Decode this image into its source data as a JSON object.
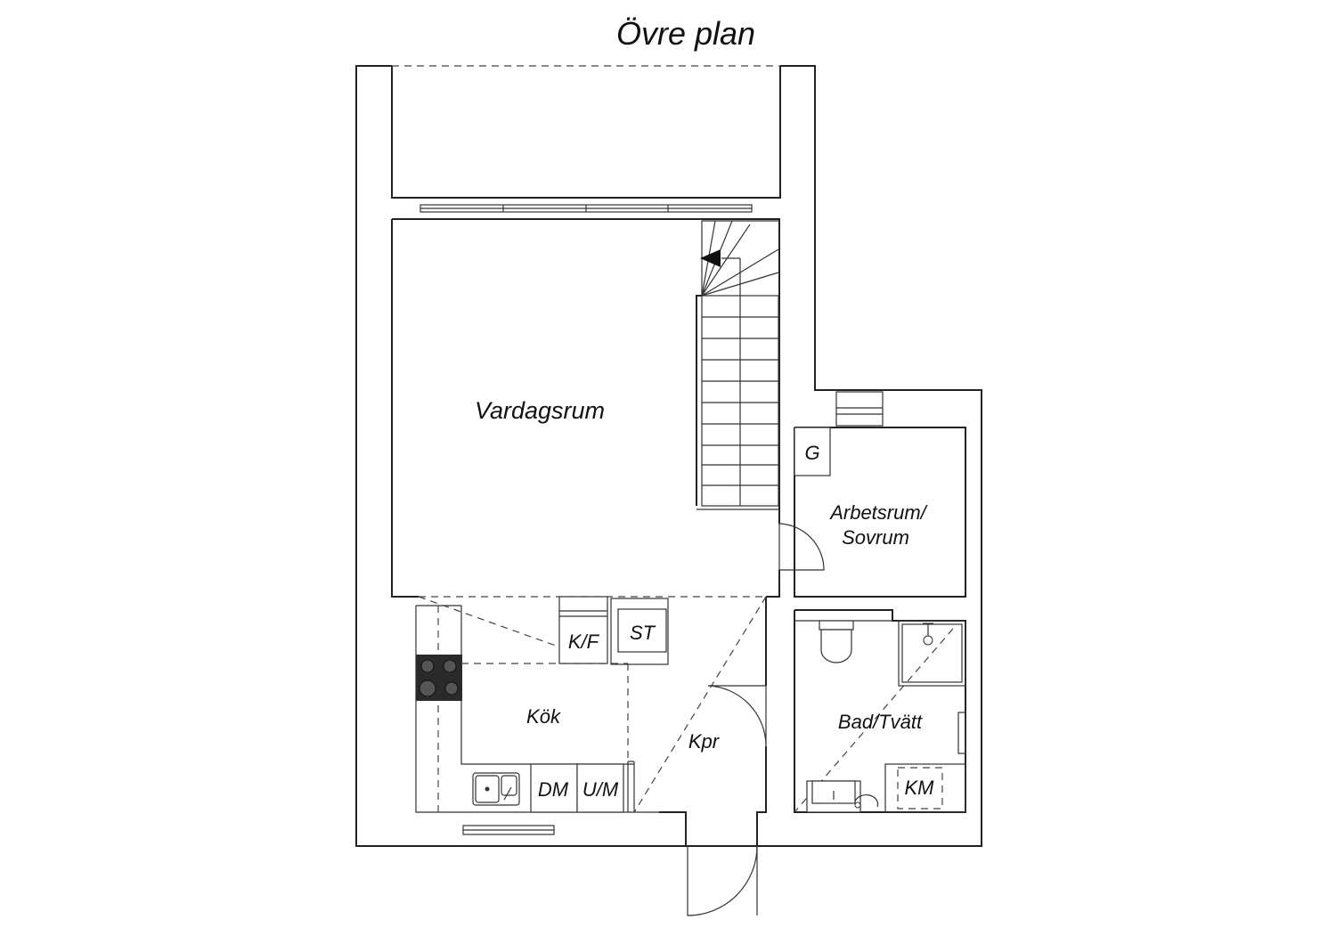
{
  "title": "Övre plan",
  "rooms": {
    "vardagsrum": "Vardagsrum",
    "arbetsrum_1": "Arbetsrum/",
    "arbetsrum_2": "Sovrum",
    "kok": "Kök",
    "kpr": "Kpr",
    "bad": "Bad/Tvätt"
  },
  "fixtures": {
    "g": "G",
    "kf": "K/F",
    "st": "ST",
    "dm": "DM",
    "um": "U/M",
    "km": "KM"
  },
  "colors": {
    "line": "#222222",
    "stove": "#2a2a2a"
  }
}
